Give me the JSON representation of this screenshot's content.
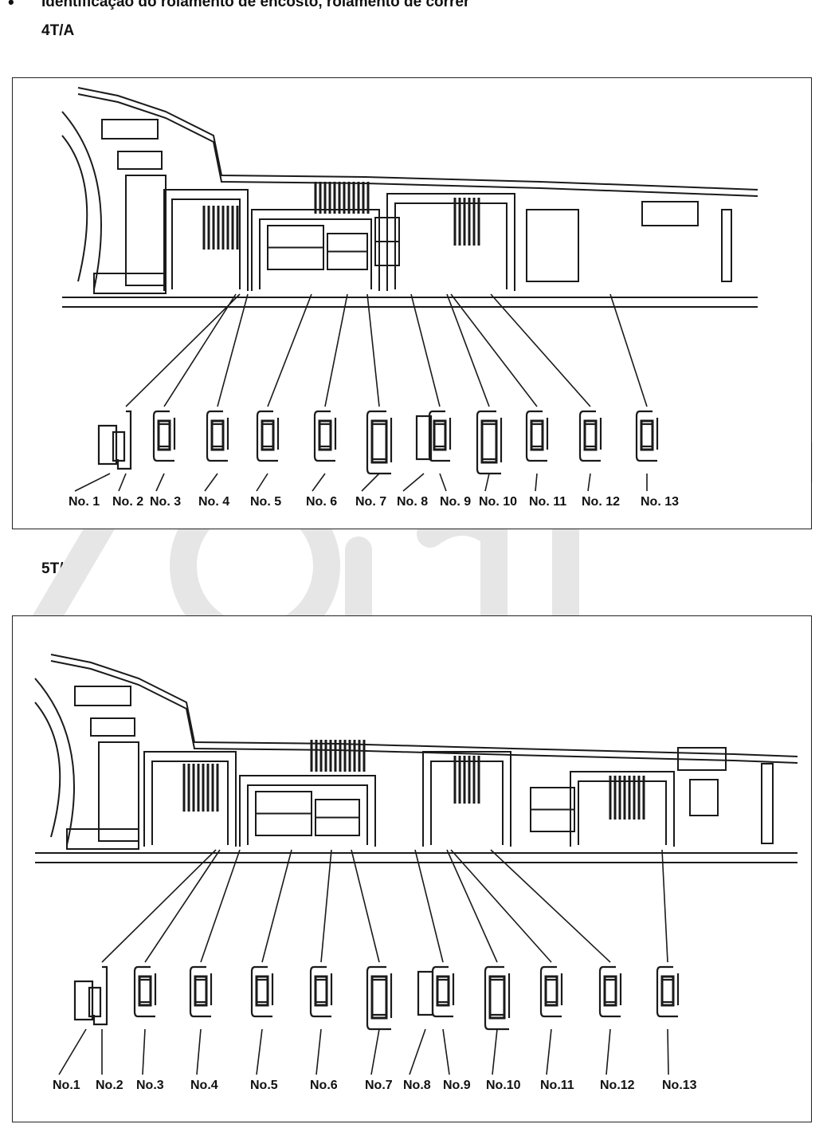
{
  "heading": "Identificação do rolamento de encosto, rolamento de correr",
  "bullet": "•",
  "sections": [
    {
      "title": "4T/A",
      "labels": [
        "No. 1",
        "No. 2",
        "No. 3",
        "No. 4",
        "No. 5",
        "No. 6",
        "No. 7",
        "No. 8",
        "No. 9",
        "No. 10",
        "No. 11",
        "No. 12",
        "No. 13"
      ]
    },
    {
      "title": "5T/A",
      "labels": [
        "No.1",
        "No.2",
        "No.3",
        "No.4",
        "No.5",
        "No.6",
        "No.7",
        "No.8",
        "No.9",
        "No.10",
        "No.11",
        "No.12",
        "No.13"
      ]
    }
  ],
  "watermark_icon": "company-logo-watermark"
}
